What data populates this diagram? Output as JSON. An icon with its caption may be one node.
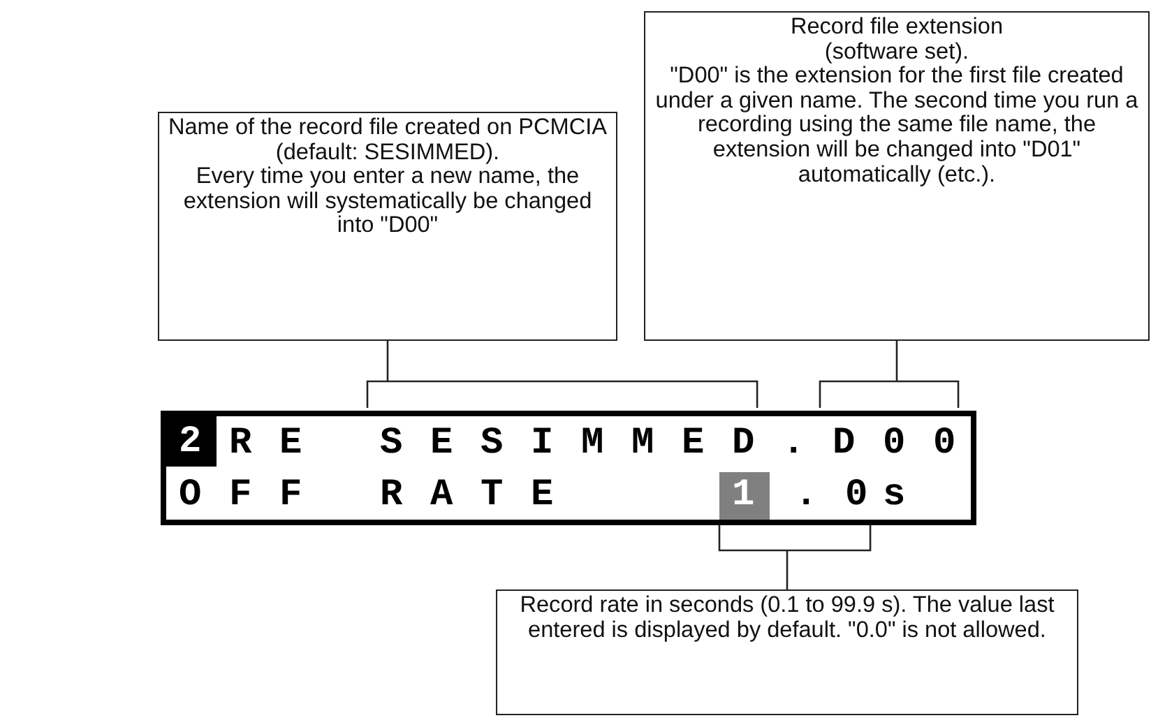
{
  "diagram": {
    "nodes": [
      {
        "text": [
          "Name of the record file created on PCMCIA (default: SESIMMED).",
          "Every time you enter a new name, the extension will systematically be changed into \"D00\""
        ]
      },
      {
        "text": [
          "Record file extension (software set).",
          "\"D00\" is the extension for the first file created under a given name. The second time you run a recording using the same file name, the extension will be changed into \"D01\" automatically (etc.)."
        ]
      },
      {
        "text": [
          "Record rate in seconds (0.1 to 99.9 s). The value last entered is displayed by default. \"0.0\" is not allowed."
        ]
      },
      {
        "text": [
          "S E S I M M E D"
        ]
      },
      {
        "text": [
          "D 0 0"
        ]
      },
      {
        "text": [
          "1 . 0"
        ]
      }
    ],
    "edges": [
      {
        "from": 0,
        "to": 3,
        "arrow": "none"
      },
      {
        "from": 1,
        "to": 4,
        "arrow": "none"
      },
      {
        "from": 2,
        "to": 5,
        "arrow": "none"
      }
    ],
    "labels": [
      "2",
      "R E",
      ".",
      "O F F",
      "R A T E",
      "s"
    ]
  }
}
